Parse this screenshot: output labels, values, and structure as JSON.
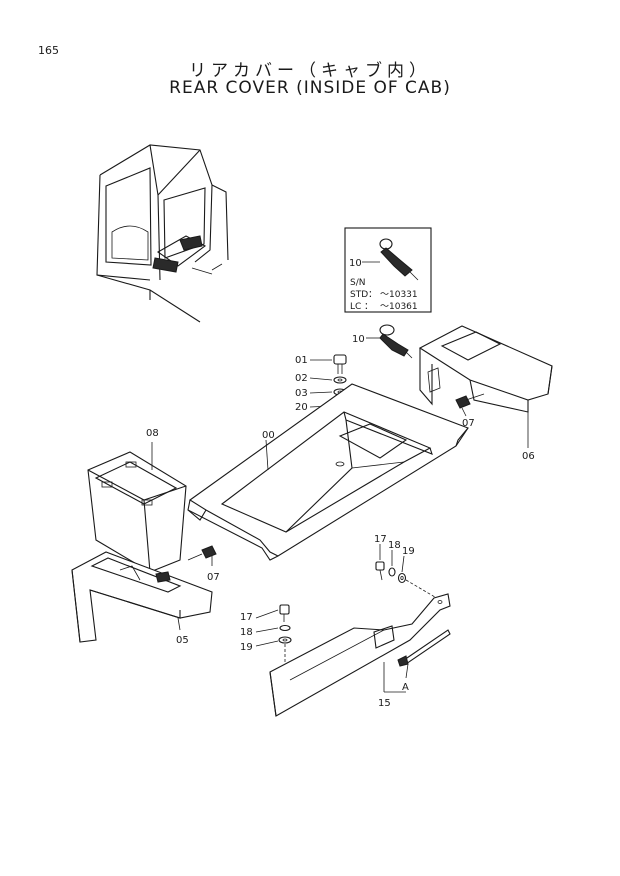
{
  "page_number": "165",
  "title_jp": "リアカバー（キャブ内）",
  "title_en": "REAR COVER (INSIDE OF CAB)",
  "inset": {
    "part": "10",
    "sn_label": "S/N",
    "std_label": "STD：",
    "std_value": "～10331",
    "lc_label": "LC ：",
    "lc_value": "～10361"
  },
  "callouts": {
    "p10": "10",
    "p01": "01",
    "p02": "02",
    "p03": "03",
    "p20": "20",
    "p00": "00",
    "p08": "08",
    "p07a": "07",
    "p07b": "07",
    "p06": "06",
    "p05": "05",
    "p17a": "17",
    "p18a": "18",
    "p19a": "19",
    "p17b": "17",
    "p18b": "18",
    "p19b": "19",
    "pA": "A",
    "p15": "15"
  }
}
